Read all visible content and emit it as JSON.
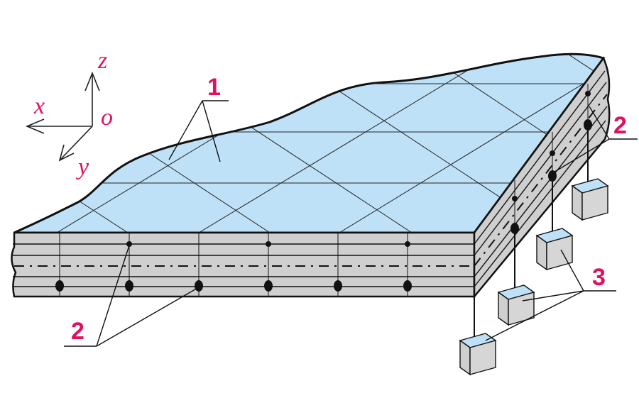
{
  "axes": {
    "x": "x",
    "y": "y",
    "z": "z",
    "origin": "o"
  },
  "callouts": {
    "plate": "1",
    "nodes_side": "2",
    "nodes_front": "2",
    "supports": "3"
  },
  "colors": {
    "top_face": "#bfe1f7",
    "side_face": "#cfcfcf",
    "label": "#e0115f",
    "outline": "#111111"
  }
}
